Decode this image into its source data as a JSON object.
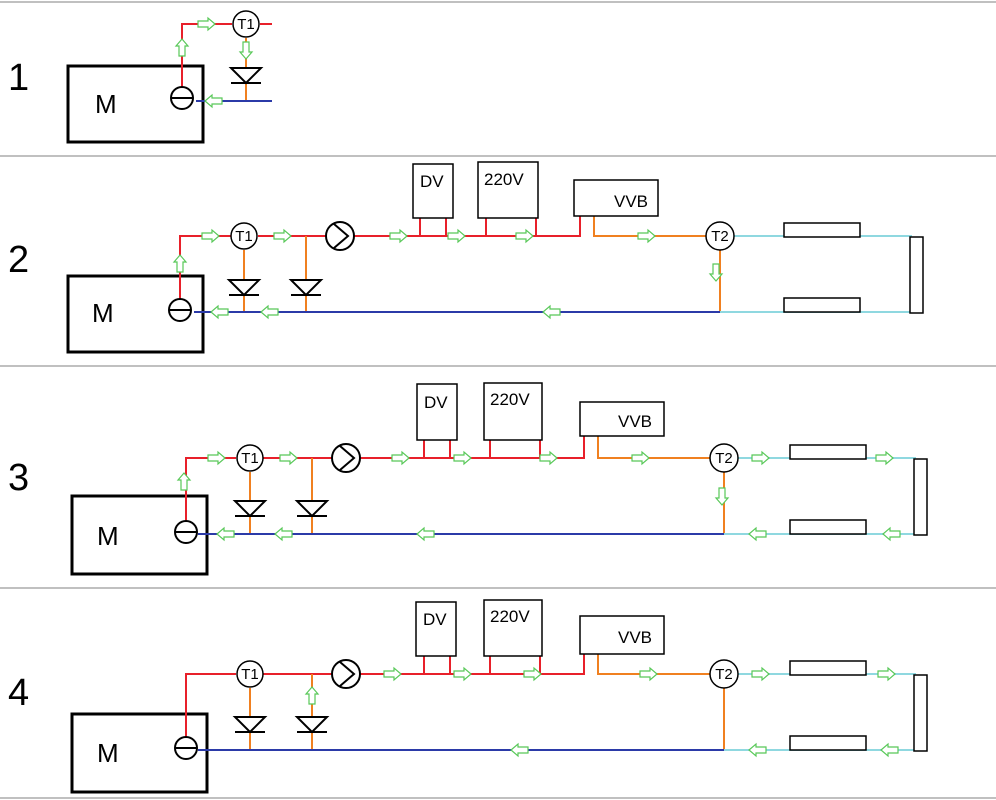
{
  "panels": [
    {
      "number": "1",
      "motor": "M",
      "sensors": [
        "T1"
      ]
    },
    {
      "number": "2",
      "motor": "M",
      "sensors": [
        "T1",
        "T2"
      ],
      "boxes": [
        "DV",
        "220V",
        "VVB"
      ]
    },
    {
      "number": "3",
      "motor": "M",
      "sensors": [
        "T1",
        "T2"
      ],
      "boxes": [
        "DV",
        "220V",
        "VVB"
      ]
    },
    {
      "number": "4",
      "motor": "M",
      "sensors": [
        "T1",
        "T2"
      ],
      "boxes": [
        "DV",
        "220V",
        "VVB"
      ]
    }
  ],
  "colors": {
    "supply": "#e8202a",
    "return": "#2b3aa8",
    "vvb_line": "#f08020",
    "heating_loop": "#8fd8e0",
    "flow_arrow": "#58c858",
    "border": "#000000",
    "separator": "#808080"
  }
}
